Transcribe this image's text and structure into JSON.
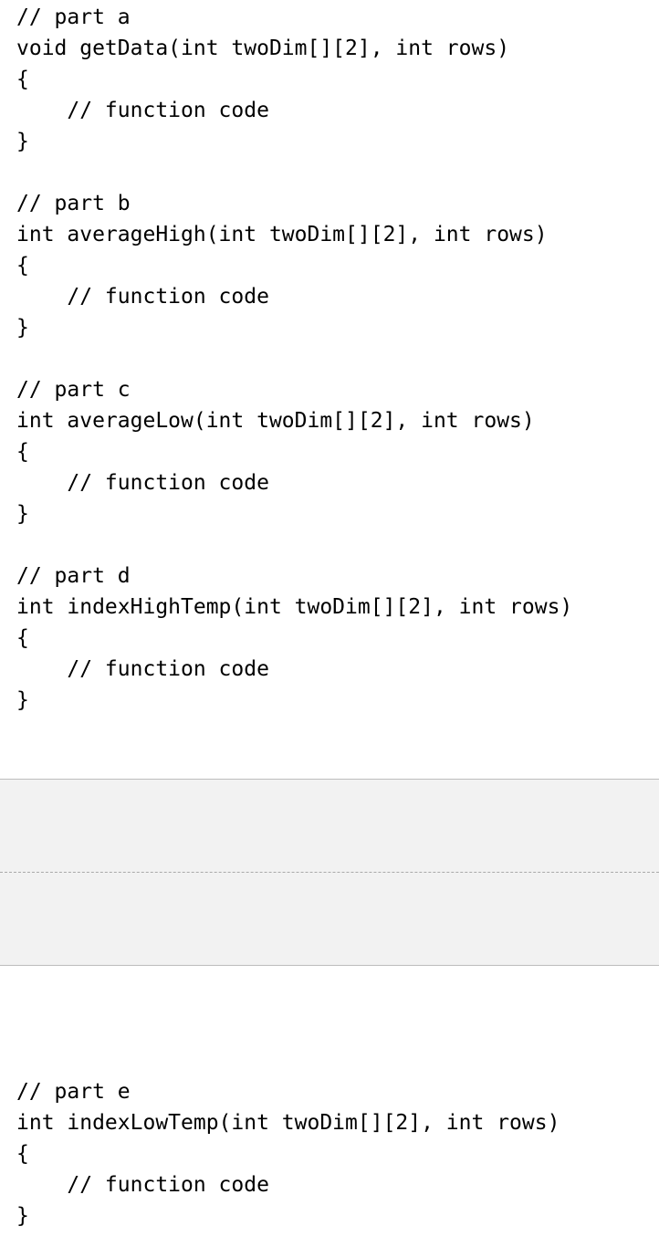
{
  "document": {
    "top_block": {
      "lines": [
        "// part a",
        "void getData(int twoDim[][2], int rows)",
        "{",
        "    // function code",
        "}",
        "",
        "// part b",
        "int averageHigh(int twoDim[][2], int rows)",
        "{",
        "    // function code",
        "}",
        "",
        "// part c",
        "int averageLow(int twoDim[][2], int rows)",
        "{",
        "    // function code",
        "}",
        "",
        "// part d",
        "int indexHighTemp(int twoDim[][2], int rows)",
        "{",
        "    // function code",
        "}"
      ]
    },
    "bottom_block": {
      "lines": [
        "// part e",
        "int indexLowTemp(int twoDim[][2], int rows)",
        "{",
        "    // function code",
        "}"
      ]
    }
  }
}
